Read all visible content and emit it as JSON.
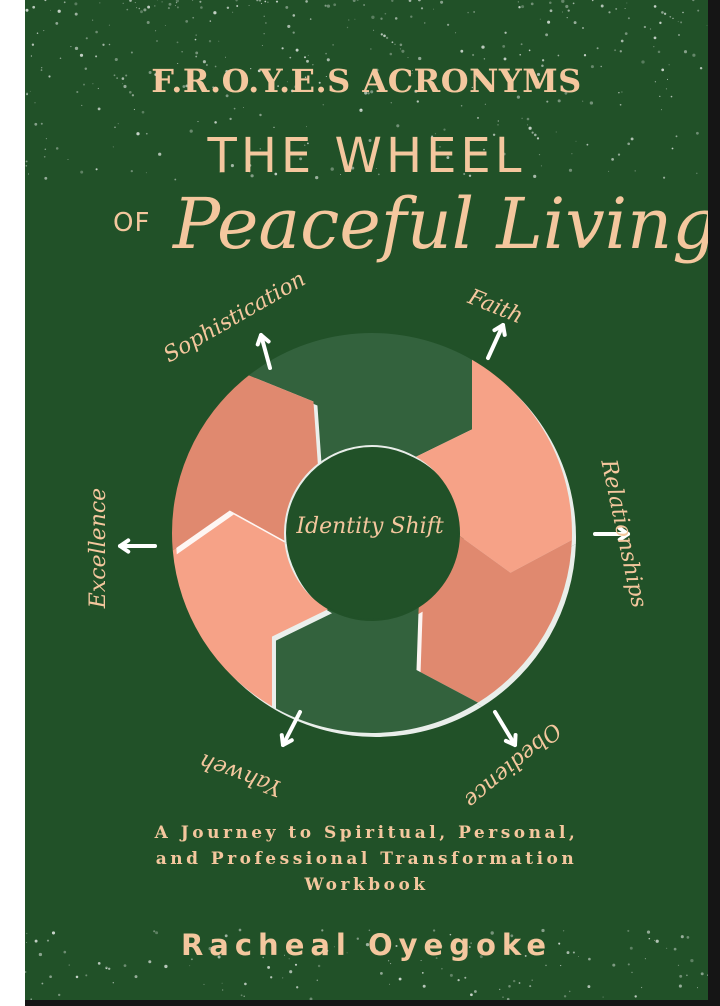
{
  "cover": {
    "series_title": "F.R.O.Y.E.S ACRONYMS",
    "title_line1": "THE WHEEL",
    "title_of": "OF",
    "title_script": "Peaceful Living",
    "subtitle_line1": "A Journey to Spiritual, Personal,",
    "subtitle_line2": "and Professional Transformation",
    "subtitle_line3": "Workbook",
    "author": "Racheal Oyegoke"
  },
  "wheel": {
    "center_label": "Identity Shift",
    "spokes": [
      "Faith",
      "Relationships",
      "Obedience",
      "Yahweh",
      "Excellence",
      "Sophistication"
    ]
  },
  "colors": {
    "background": "#215128",
    "text": "#f4c79e",
    "segment_light": "#f6a287",
    "segment_mid": "#e0896f",
    "segment_dark": "#33623d"
  }
}
